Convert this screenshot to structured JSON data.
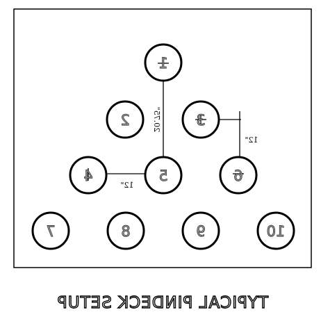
{
  "caption": "TYPICAL PINDECK SETUP",
  "pins": [
    {
      "number": "1",
      "label": "1"
    },
    {
      "number": "2",
      "label": "2"
    },
    {
      "number": "3",
      "label": "3"
    },
    {
      "number": "4",
      "label": "4"
    },
    {
      "number": "5",
      "label": "5"
    },
    {
      "number": "6",
      "label": "6"
    },
    {
      "number": "7",
      "label": "7"
    },
    {
      "number": "8",
      "label": "8"
    },
    {
      "number": "9",
      "label": "9"
    },
    {
      "number": "10",
      "label": "10"
    }
  ],
  "dimensions": {
    "vertical_1_to_5": "20.75\"",
    "vertical_3_to_6": "12\"",
    "horizontal_4_to_5": "12\""
  },
  "rendering": {
    "text_mirrored": true
  }
}
